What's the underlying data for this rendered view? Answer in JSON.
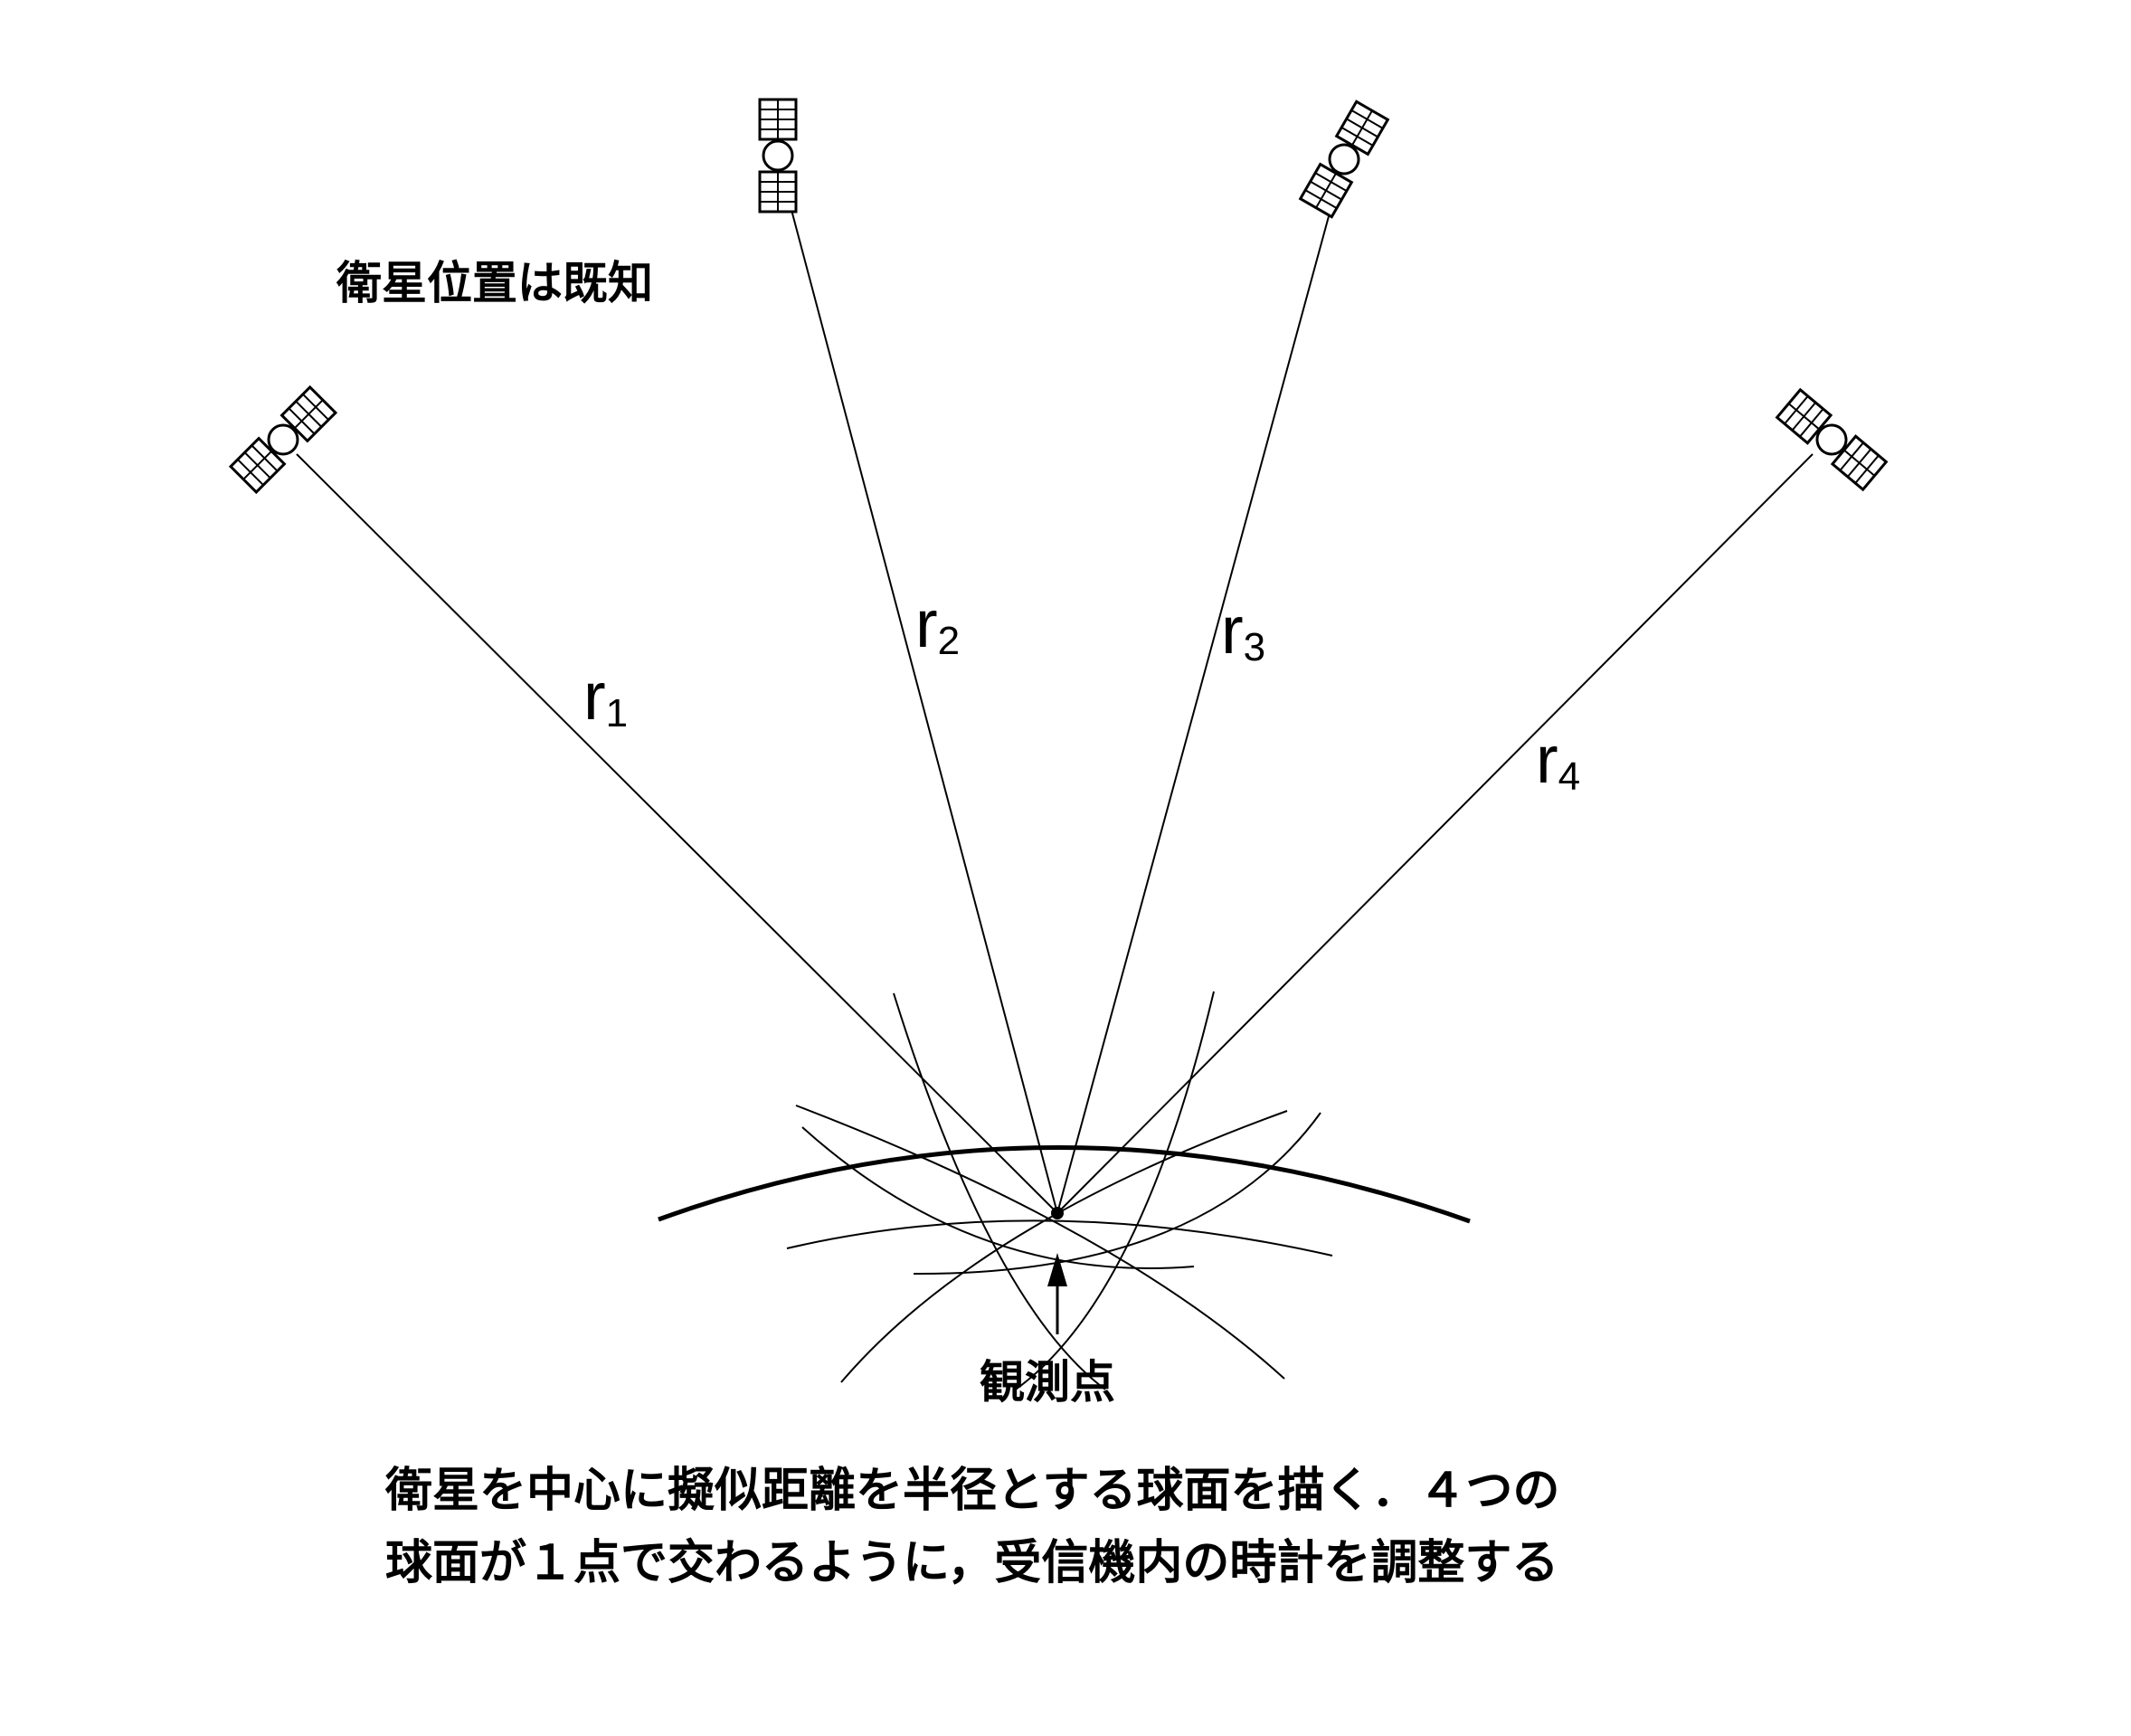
{
  "known_positions_label": "衛星位置は既知",
  "observation_point_label": "観測点",
  "caption": {
    "line1": "衛星を中心に擬似距離を半径とする球面を描く．４つの",
    "line2": "球面が１点で交わるように，受信機内の時計を調整する"
  },
  "ranges": [
    {
      "base": "r",
      "sub": "1"
    },
    {
      "base": "r",
      "sub": "2"
    },
    {
      "base": "r",
      "sub": "3"
    },
    {
      "base": "r",
      "sub": "4"
    }
  ],
  "colors": {
    "line": "#000000",
    "background": "#ffffff"
  }
}
